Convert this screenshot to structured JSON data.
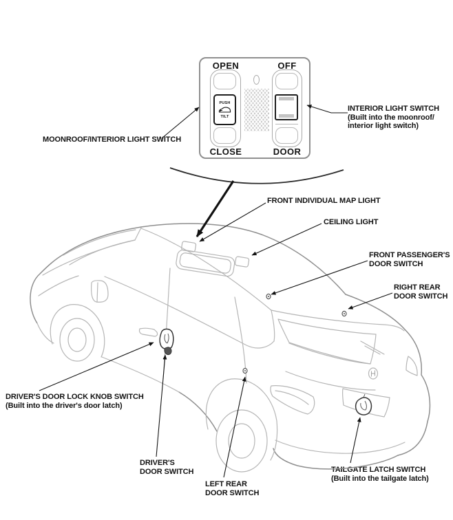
{
  "panel": {
    "open": "OPEN",
    "off": "OFF",
    "close": "CLOSE",
    "door": "DOOR",
    "push": "PUSH",
    "tilt": "TILT"
  },
  "callouts": {
    "moonroof_interior_light_switch": {
      "text": "MOONROOF/INTERIOR LIGHT SWITCH"
    },
    "interior_light_switch": {
      "line1": "INTERIOR LIGHT SWITCH",
      "line2": "(Built into the moonroof/",
      "line3": "interior light switch)"
    },
    "front_individual_map_light": {
      "text": "FRONT INDIVIDUAL MAP LIGHT"
    },
    "ceiling_light": {
      "text": "CEILING LIGHT"
    },
    "front_passengers_door_switch": {
      "line1": "FRONT PASSENGER'S",
      "line2": "DOOR SWITCH"
    },
    "right_rear_door_switch": {
      "line1": "RIGHT REAR",
      "line2": "DOOR SWITCH"
    },
    "drivers_door_lock_knob_switch": {
      "line1": "DRIVER'S DOOR LOCK KNOB SWITCH",
      "line2": "(Built into the driver's door latch)"
    },
    "drivers_door_switch": {
      "line1": "DRIVER'S",
      "line2": "DOOR SWITCH"
    },
    "left_rear_door_switch": {
      "line1": "LEFT REAR",
      "line2": "DOOR SWITCH"
    },
    "tailgate_latch_switch": {
      "line1": "TAILGATE LATCH SWITCH",
      "line2": "(Built into the tailgate latch)"
    }
  },
  "colors": {
    "label_text": "#111111",
    "arrow": "#111111",
    "car_line": "#b5b5b5",
    "car_line_dark": "#8e8e8e",
    "panel_border": "#8f8f8f",
    "slider_bar": "#c4c4c4"
  }
}
